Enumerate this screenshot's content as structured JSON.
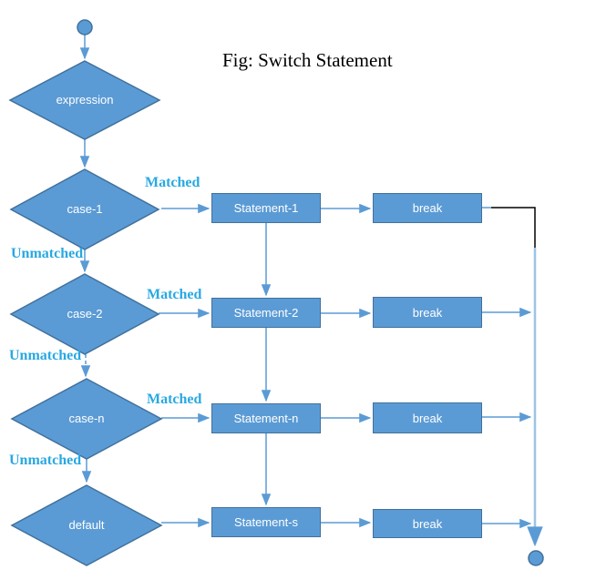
{
  "title": "Fig: Switch Statement",
  "colors": {
    "node_fill": "#5B9BD5",
    "node_border": "#41719C",
    "connector": "#5B9BD5",
    "connector_light": "#9DC3E6",
    "connector_dark": "#000000",
    "label_text": "#29A8E2",
    "node_text": "#FFFFFF",
    "title_text": "#000000"
  },
  "nodes": {
    "expression": {
      "label": "expression"
    },
    "case1": {
      "label": "case-1"
    },
    "case2": {
      "label": "case-2"
    },
    "casen": {
      "label": "case-n"
    },
    "default": {
      "label": "default"
    },
    "stmt1": {
      "label": "Statement-1"
    },
    "stmt2": {
      "label": "Statement-2"
    },
    "stmtn": {
      "label": "Statement-n"
    },
    "stmts": {
      "label": "Statement-s"
    },
    "break1": {
      "label": "break"
    },
    "break2": {
      "label": "break"
    },
    "break3": {
      "label": "break"
    },
    "break4": {
      "label": "break"
    }
  },
  "edge_labels": {
    "matched1": "Matched",
    "unmatched1": "Unmatched",
    "matched2": "Matched",
    "unmatched2": "Unmatched",
    "matched3": "Matched",
    "unmatched3": "Unmatched"
  }
}
